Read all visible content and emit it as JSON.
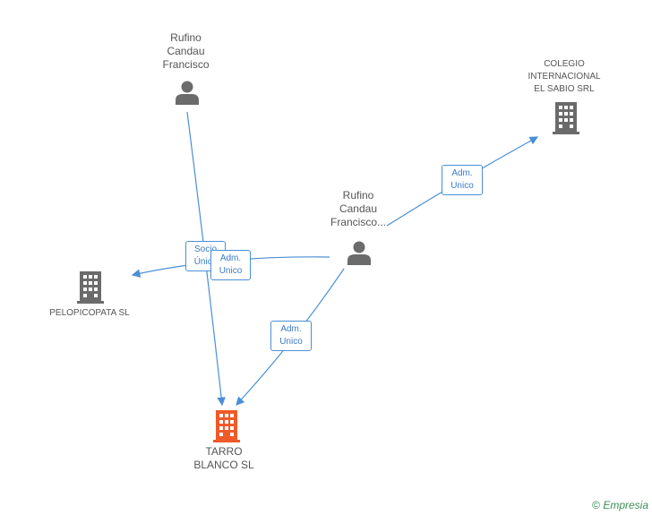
{
  "people": [
    {
      "id": "p1",
      "label_lines": [
        "Rufino",
        "Candau",
        "Francisco"
      ],
      "icon": "person-icon"
    },
    {
      "id": "p2",
      "label_lines": [
        "Rufino",
        "Candau",
        "Francisco..."
      ],
      "icon": "person-icon"
    }
  ],
  "companies": [
    {
      "id": "c1",
      "label_lines": [
        "COLEGIO",
        "INTERNACIONAL",
        "EL SABIO SRL"
      ],
      "icon": "building-icon",
      "color": "#6b6b6b"
    },
    {
      "id": "c2",
      "label_lines": [
        "PELOPICOPATA SL"
      ],
      "icon": "building-icon",
      "color": "#6b6b6b"
    },
    {
      "id": "c3",
      "label_lines": [
        "TARRO",
        "BLANCO SL"
      ],
      "icon": "building-icon",
      "color": "#f05a28"
    }
  ],
  "edges": [
    {
      "id": "e1",
      "label_lines": [
        "Socio",
        "Único"
      ]
    },
    {
      "id": "e2",
      "label_lines": [
        "Adm.",
        "Unico"
      ]
    },
    {
      "id": "e3",
      "label_lines": [
        "Adm.",
        "Unico"
      ]
    },
    {
      "id": "e4",
      "label_lines": [
        "Adm.",
        "Unico"
      ]
    }
  ],
  "footer": {
    "copyright": "©",
    "brand": "Empresia"
  },
  "colors": {
    "edge": "#4a8fd6",
    "node_icon": "#6b6b6b",
    "focus_company": "#f05a28"
  }
}
